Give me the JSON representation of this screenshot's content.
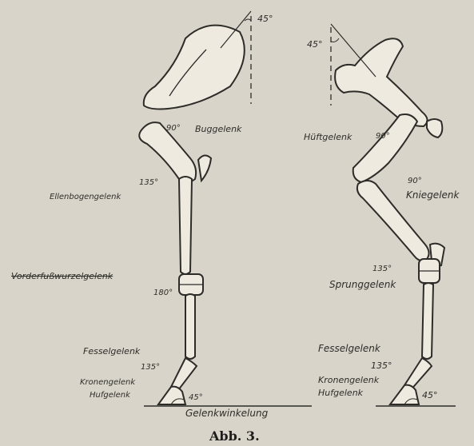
{
  "figure": {
    "caption": "Abb. 3.",
    "bottom_title": "Gelenkwinkelung"
  },
  "front_leg": {
    "top_angle": "45°",
    "shoulder_angle": "90°",
    "shoulder_joint": "Buggelenk",
    "elbow_angle": "135°",
    "elbow_joint": "Ellenbogengelenk",
    "carpal_joint": "Vorderfußwurzelgelenk",
    "carpal_angle": "180°",
    "fetlock_joint": "Fesselgelenk",
    "fetlock_angle": "135°",
    "coronet_joint": "Kronengelenk",
    "hoof_joint": "Hufgelenk",
    "hoof_angle": "45°"
  },
  "hind_leg": {
    "top_angle": "45°",
    "hip_joint": "Hüftgelenk",
    "hip_angle": "90°",
    "stifle_angle": "90°",
    "stifle_joint": "Kniegelenk",
    "hock_angle": "135°",
    "hock_joint": "Sprunggelenk",
    "fetlock_joint": "Fesselgelenk",
    "fetlock_angle": "135°",
    "coronet_joint": "Kronengelenk",
    "hoof_joint": "Hufgelenk",
    "hoof_angle": "45°"
  },
  "colors": {
    "paper": "#d8d4c9",
    "ink": "#2e2c29"
  }
}
